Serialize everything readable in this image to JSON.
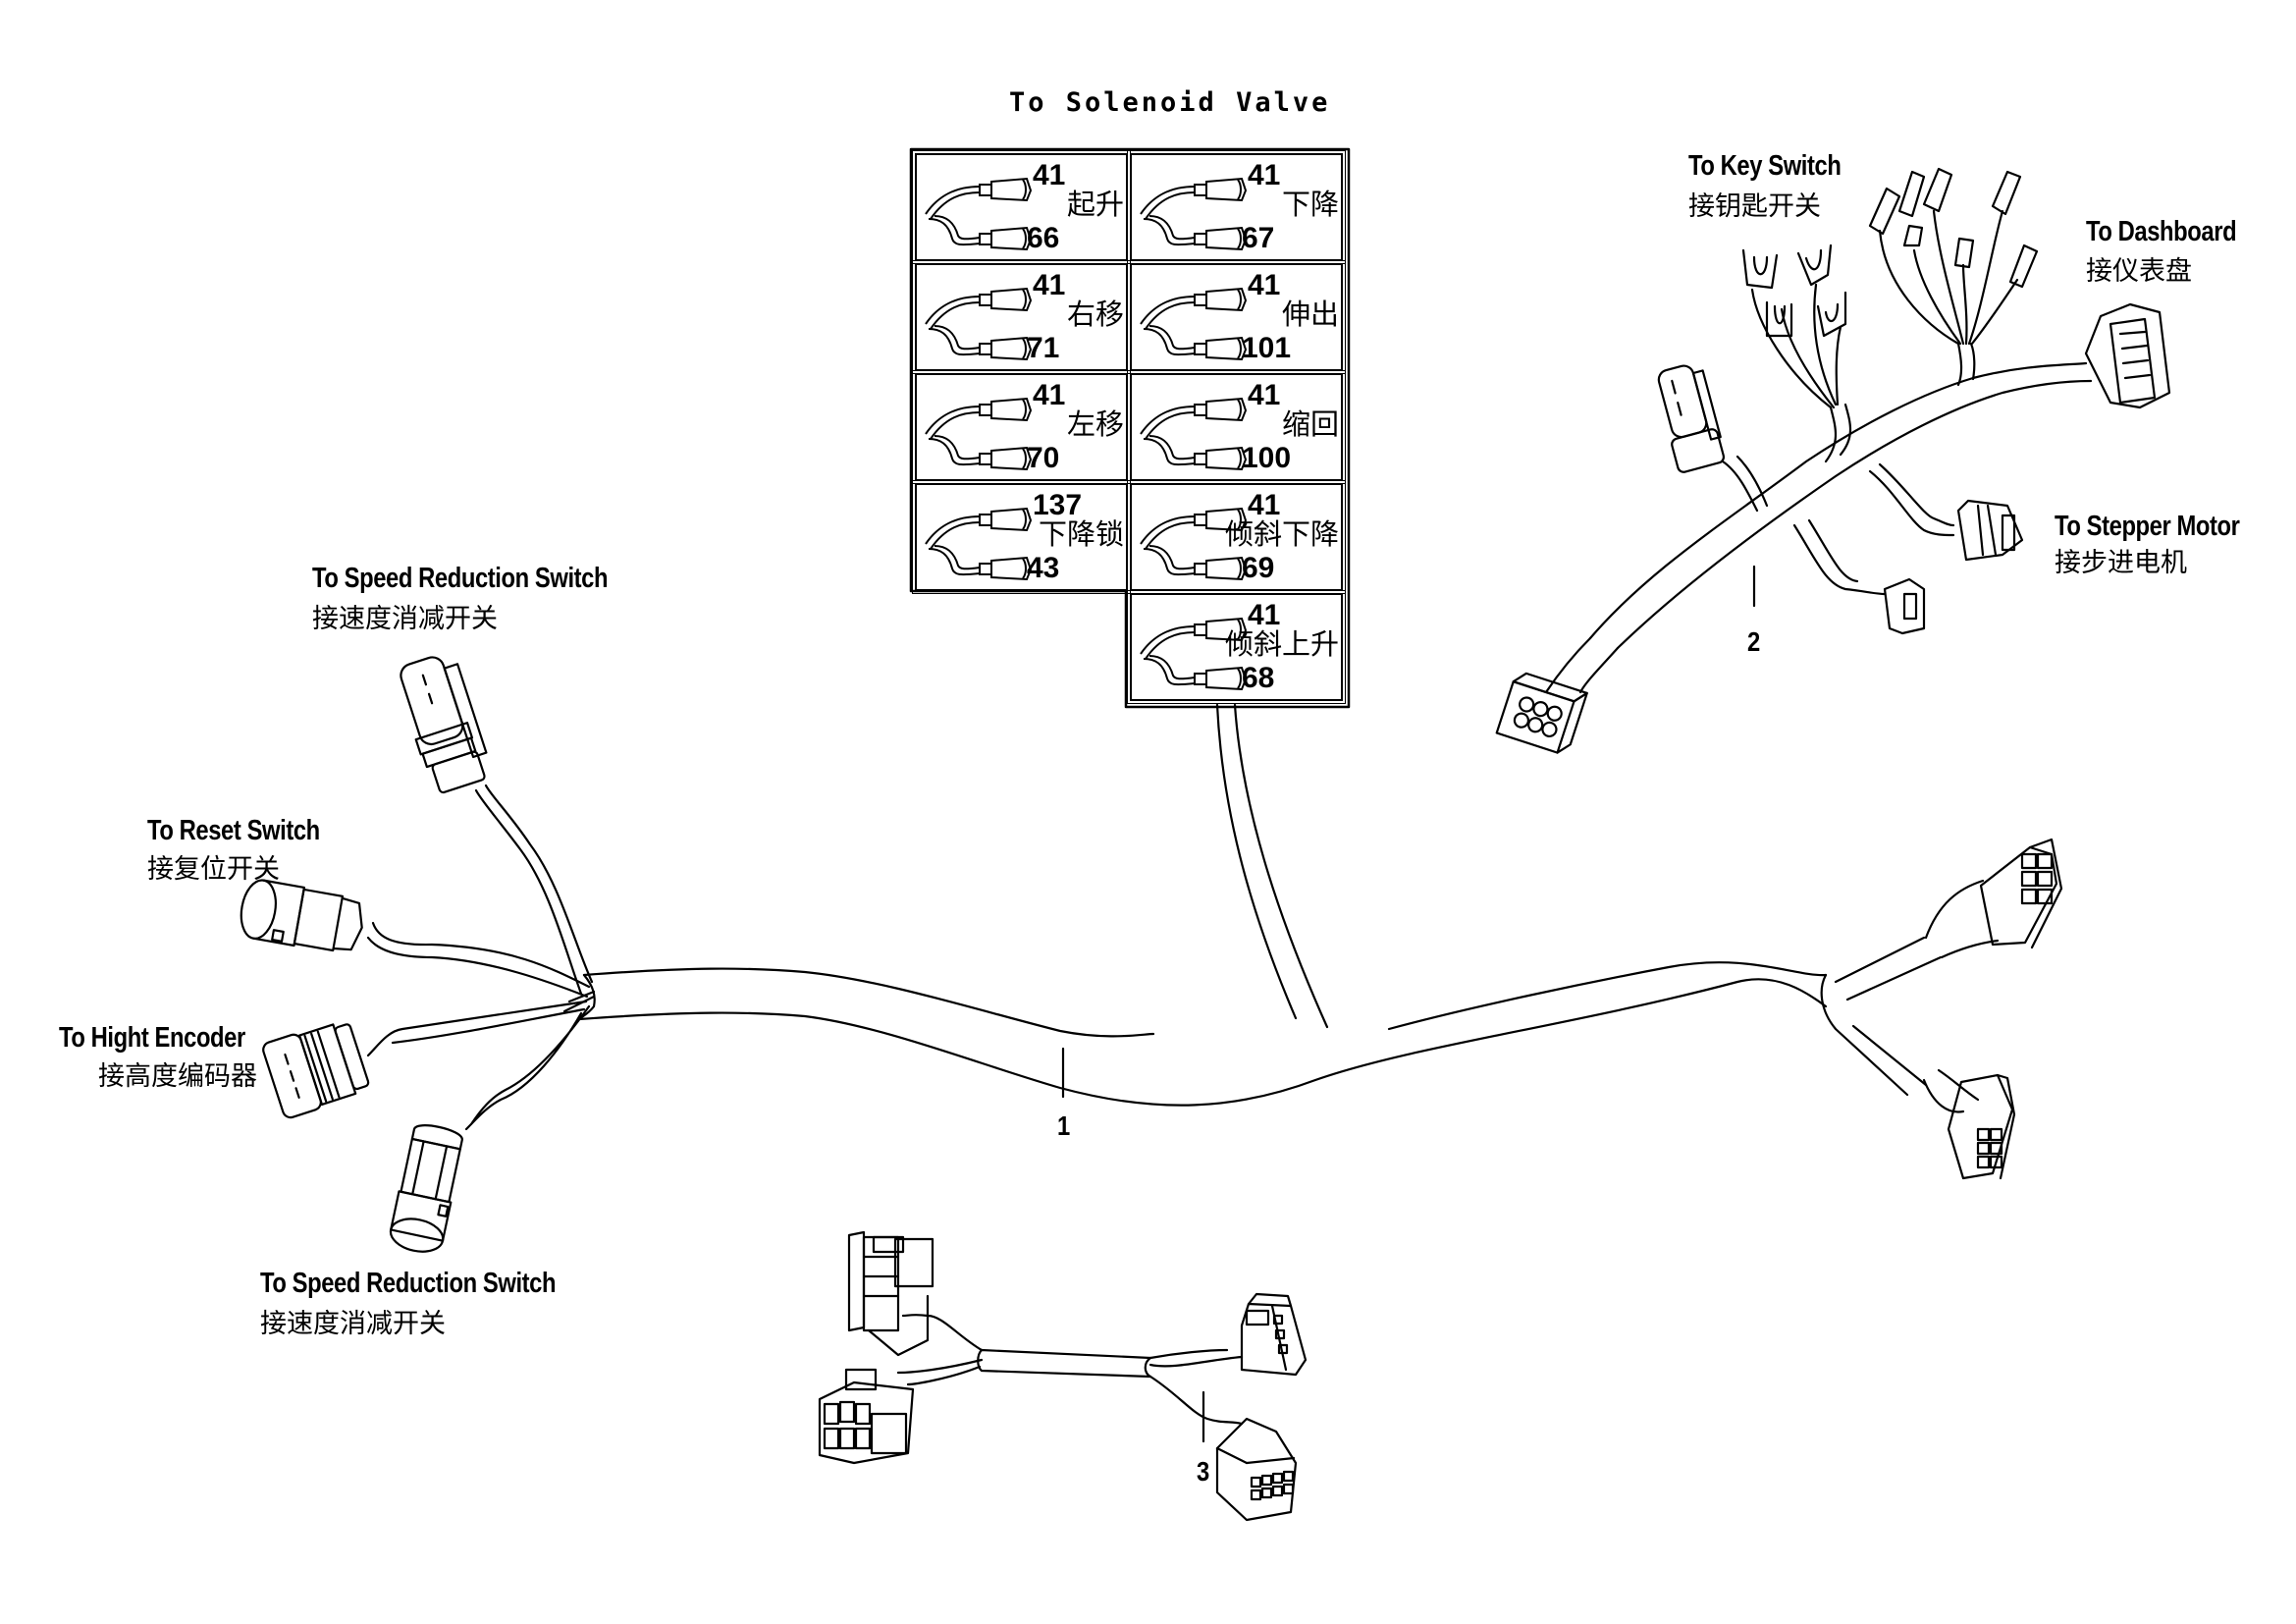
{
  "diagram": {
    "title": "To Solenoid Valve",
    "solenoid_valve_connections": [
      {
        "wire_top": "41",
        "function": "起升",
        "wire_bottom": "66"
      },
      {
        "wire_top": "41",
        "function": "下降",
        "wire_bottom": "67"
      },
      {
        "wire_top": "41",
        "function": "右移",
        "wire_bottom": "71"
      },
      {
        "wire_top": "41",
        "function": "伸出",
        "wire_bottom": "101"
      },
      {
        "wire_top": "41",
        "function": "左移",
        "wire_bottom": "70"
      },
      {
        "wire_top": "41",
        "function": "缩回",
        "wire_bottom": "100"
      },
      {
        "wire_top": "137",
        "function": "下降锁",
        "wire_bottom": "43"
      },
      {
        "wire_top": "41",
        "function": "倾斜下降",
        "wire_bottom": "69"
      },
      {
        "wire_top": "41",
        "function": "倾斜上升",
        "wire_bottom": "68"
      }
    ],
    "callouts": {
      "key_switch": {
        "en": "To Key Switch",
        "zh": "接钥匙开关"
      },
      "dashboard": {
        "en": "To Dashboard",
        "zh": "接仪表盘"
      },
      "stepper_motor": {
        "en": "To Stepper Motor",
        "zh": "接步进电机"
      },
      "speed_reduction_top": {
        "en": "To Speed Reduction Switch",
        "zh": "接速度消减开关"
      },
      "reset_switch": {
        "en": "To Reset Switch",
        "zh": "接复位开关"
      },
      "height_encoder": {
        "en": "To Hight Encoder",
        "zh": "接高度编码器"
      },
      "speed_reduction_bottom": {
        "en": "To Speed Reduction Switch",
        "zh": "接速度消减开关"
      }
    },
    "part_numbers": {
      "harness_1": "1",
      "harness_2": "2",
      "harness_3": "3"
    }
  }
}
